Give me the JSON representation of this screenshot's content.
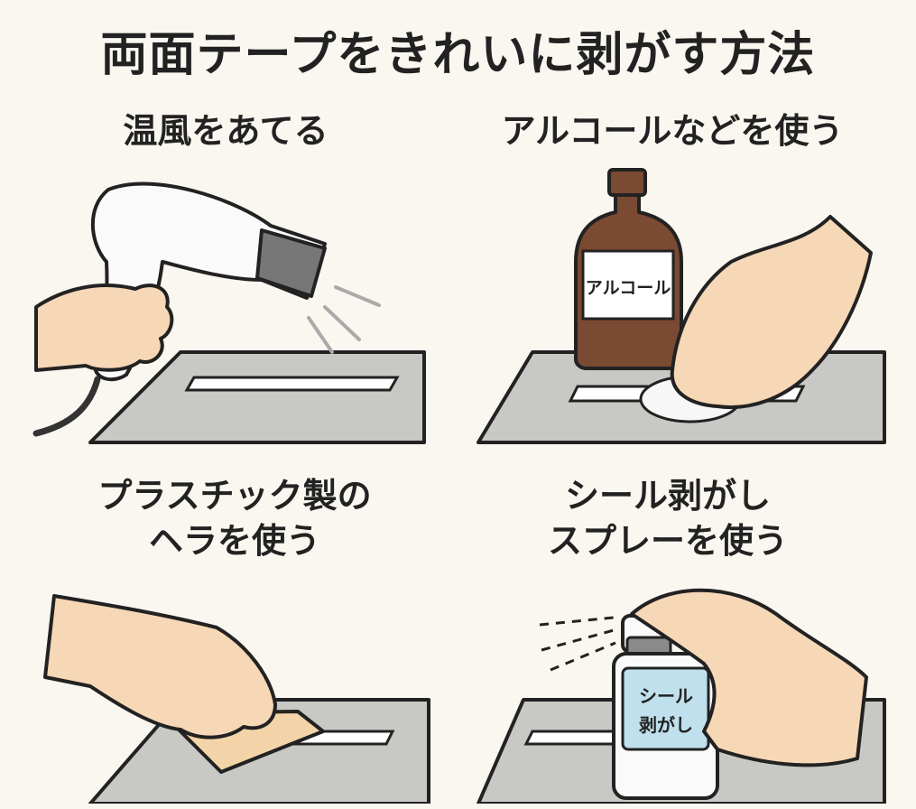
{
  "title": "両面テープをきれいに剥がす方法",
  "panels": [
    {
      "heading": "温風をあてる"
    },
    {
      "heading": "アルコールなどを使う",
      "bottle_label": "アルコール"
    },
    {
      "heading_lines": [
        "プラスチック製の",
        "ヘラを使う"
      ]
    },
    {
      "heading_lines": [
        "シール剥がし",
        "スプレーを使う"
      ],
      "spray_label_lines": [
        "シール",
        "剥がし"
      ]
    }
  ],
  "colors": {
    "background": "#faf7f0",
    "surface": "#c8c8c4",
    "skin": "#f6d7b6",
    "outline": "#222222",
    "bottle_brown": "#7a4a32",
    "spatula": "#f3d4a8",
    "spray_label": "#bfe0ec"
  }
}
